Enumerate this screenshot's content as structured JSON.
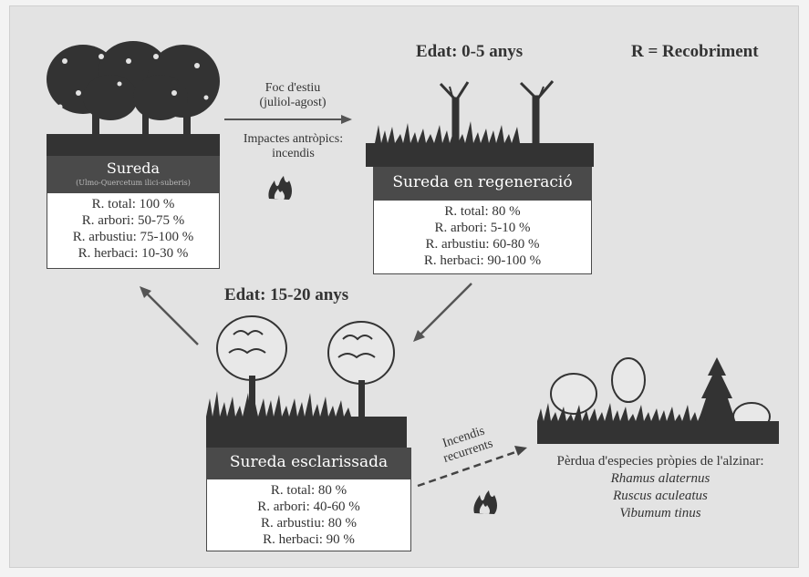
{
  "legend": {
    "recobriment": "R = Recobriment"
  },
  "top_left": {
    "title": "Sureda",
    "subtitle": "(Ulmo-Quercetum ilici-suberis)",
    "stats": [
      "R. total: 100 %",
      "R. arbori: 50-75 %",
      "R. arbustiu: 75-100 %",
      "R. herbaci: 10-30 %"
    ]
  },
  "top_right": {
    "age": "Edat: 0-5 anys",
    "title": "Sureda en regeneració",
    "stats": [
      "R. total: 80 %",
      "R. arbori: 5-10 %",
      "R. arbustiu: 60-80 %",
      "R. herbaci: 90-100 %"
    ]
  },
  "fire_transition": {
    "line1": "Foc d'estiu",
    "line2": "(juliol-agost)",
    "impact1": "Impactes antròpics:",
    "impact2": "incendis"
  },
  "bottom": {
    "age": "Edat: 15-20 anys",
    "title": "Sureda esclarissada",
    "stats": [
      "R. total: 80 %",
      "R. arbori: 40-60 %",
      "R. arbustiu: 80 %",
      "R. herbaci: 90 %"
    ]
  },
  "recurrent": {
    "line1": "Incendis",
    "line2": "recurrents"
  },
  "loss": {
    "heading": "Pèrdua d'especies pròpies de l'alzinar:",
    "species": [
      "Rhamus alaternus",
      "Ruscus aculeatus",
      "Vibumum tinus"
    ]
  },
  "colors": {
    "frame_bg": "#e3e3e3",
    "title_bar": "#4a4a4a",
    "stats_bg": "#ffffff",
    "vegetation": "#3a3a3a"
  },
  "icons": [
    "fire-icon",
    "fire-icon"
  ]
}
